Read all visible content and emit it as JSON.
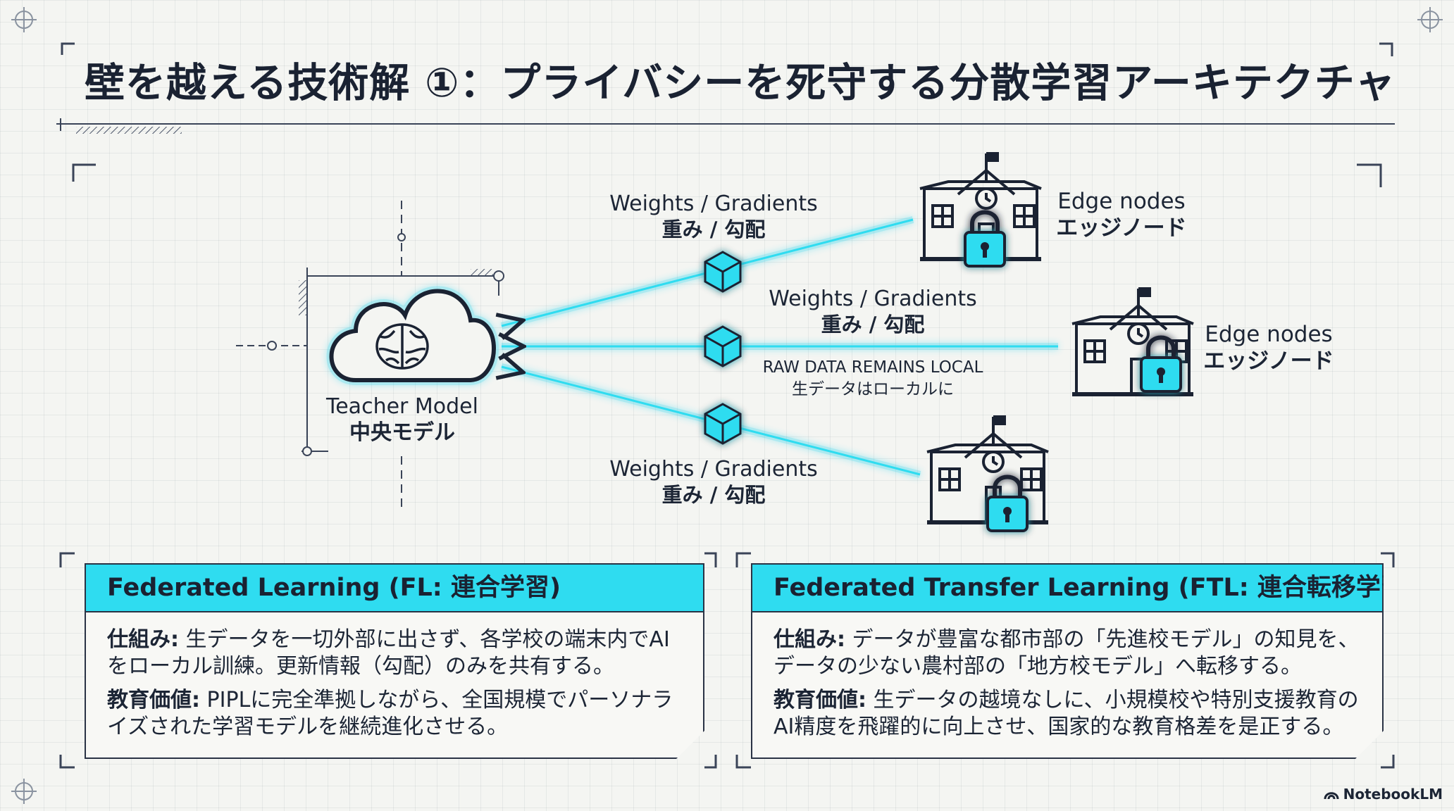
{
  "title": "壁を越える技術解 ①：プライバシーを死守する分散学習アーキテクチャ",
  "teacher": {
    "label_en": "Teacher Model",
    "label_ja": "中央モデル"
  },
  "links": [
    {
      "label_en": "Weights / Gradients",
      "label_ja": "重み / 勾配"
    },
    {
      "label_en": "Weights / Gradients",
      "label_ja": "重み / 勾配"
    },
    {
      "label_en": "Weights / Gradients",
      "label_ja": "重み / 勾配"
    }
  ],
  "raw_note": {
    "en": "RAW DATA REMAINS LOCAL",
    "ja": "生データはローカルに"
  },
  "edges": [
    {
      "label_en": "Edge nodes",
      "label_ja": "エッジノード"
    },
    {
      "label_en": "Edge nodes",
      "label_ja": "エッジノード"
    }
  ],
  "panels": [
    {
      "title": "Federated Learning (FL: 連合学習)",
      "mech_label": "仕組み:",
      "mech_text": " 生データを一切外部に出さず、各学校の端末内でAIをローカル訓練。更新情報（勾配）のみを共有する。",
      "value_label": "教育価値:",
      "value_text": " PIPLに完全準拠しながら、全国規模でパーソナライズされた学習モデルを継続進化させる。"
    },
    {
      "title": "Federated Transfer Learning (FTL: 連合転移学習)",
      "mech_label": "仕組み:",
      "mech_text": " データが豊富な都市部の「先進校モデル」の知見を、データの少ない農村部の「地方校モデル」へ転移する。",
      "value_label": "教育価値:",
      "value_text": " 生データの越境なしに、小規模校や特別支援教育のAI精度を飛躍的に向上させ、国家的な教育格差を是正する。"
    }
  ],
  "brand": "NotebookLM",
  "colors": {
    "accent": "#2fdcf0",
    "ink": "#1c2535",
    "glow": "#27d3ee"
  }
}
